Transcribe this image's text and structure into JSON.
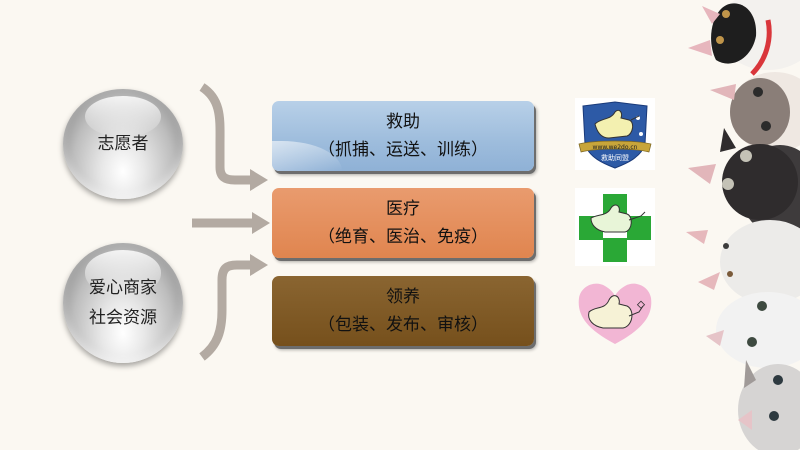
{
  "sources": [
    {
      "lines": [
        "志愿者"
      ]
    },
    {
      "lines": [
        "爱心商家",
        "社会资源"
      ]
    }
  ],
  "services": [
    {
      "title": "救助",
      "detail": "（抓捕、运送、训练）",
      "color": "#9dbcdc"
    },
    {
      "title": "医疗",
      "detail": "（绝育、医治、免疫）",
      "color": "#e0854f"
    },
    {
      "title": "领养",
      "detail": "（包装、发布、审核）",
      "color": "#76501c"
    }
  ],
  "logos": [
    {
      "icon": "shield-thumbs-up-icon",
      "url_text": "www.we2do.cn",
      "label": "救助同盟"
    },
    {
      "icon": "green-cross-thumbs-up-icon"
    },
    {
      "icon": "pink-heart-thumbs-up-icon"
    }
  ],
  "decor": {
    "icon": "stacked-cats-illustration"
  },
  "colors": {
    "arrow": "#b3aaa2",
    "background": "#fbf8f2"
  }
}
